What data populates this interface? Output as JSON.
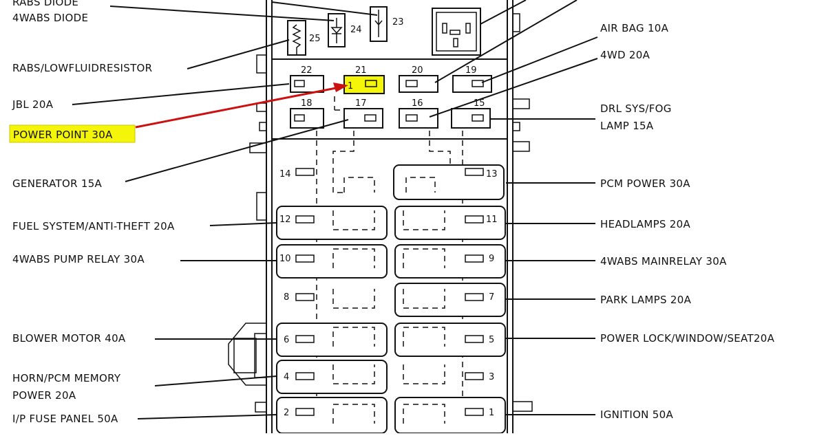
{
  "diagram": {
    "labels": {
      "rabs_diode": "RABS DIODE",
      "wabs_diode": "4WABS DIODE",
      "rabs_resistor": "RABS/LOWFLUIDRESISTOR",
      "jbl": "JBL 20A",
      "power_point": "POWER POINT 30A",
      "generator": "GENERATOR 15A",
      "fuel_system": "FUEL SYSTEM/ANTI-THEFT 20A",
      "wabs_pump": "4WABS PUMP RELAY 30A",
      "blower": "BLOWER MOTOR 40A",
      "horn_pcm_1": "HORN/PCM MEMORY",
      "horn_pcm_2": "POWER 20A",
      "ip_fuse": "I/P FUSE PANEL 50A",
      "air_bag": "AIR BAG 10A",
      "fourwd": "4WD 20A",
      "drl_1": "DRL SYS/FOG",
      "drl_2": "LAMP 15A",
      "pcm_power": "PCM POWER 30A",
      "headlamps": "HEADLAMPS 20A",
      "wabs_main": "4WABS MAINRELAY 30A",
      "park_lamps": "PARK LAMPS 20A",
      "power_lock": "POWER LOCK/WINDOW/SEAT20A",
      "ignition": "IGNITION 50A"
    },
    "numbers": {
      "n1": "1",
      "n2": "2",
      "n3": "3",
      "n4": "4",
      "n5": "5",
      "n6": "6",
      "n7": "7",
      "n8": "8",
      "n9": "9",
      "n10": "10",
      "n11": "11",
      "n12": "12",
      "n13": "13",
      "n14": "14",
      "n15": "15",
      "n16": "16",
      "n17": "17",
      "n18": "18",
      "n19": "19",
      "n20": "20",
      "n21": "21",
      "n22": "22",
      "n23": "23",
      "n24": "24",
      "n25": "25"
    },
    "fuse_21_marker": "1",
    "highlight_color": "#f5f50a",
    "arrow_color": "#cc1111"
  }
}
